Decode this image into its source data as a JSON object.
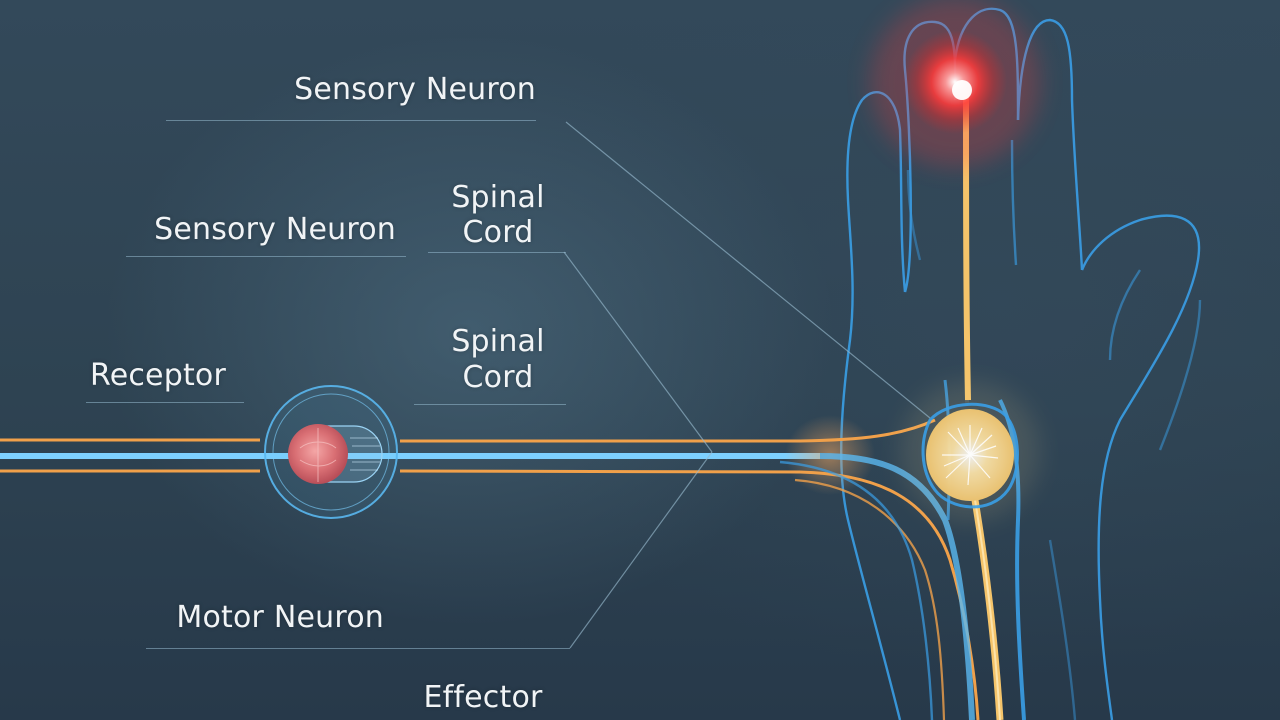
{
  "labels": {
    "sensory_neuron_top": "Sensory Neuron",
    "sensory_neuron_mid": "Sensory Neuron",
    "spinal_cord_top_line1": "Spinal",
    "spinal_cord_top_line2": "Cord",
    "spinal_cord_mid_line1": "Spinal",
    "spinal_cord_mid_line2": "Cord",
    "receptor": "Receptor",
    "motor_neuron": "Motor Neuron",
    "effector": "Effector"
  },
  "colors": {
    "background": "#2e4352",
    "sensory_nerve": "#f0a04a",
    "blue_nerve": "#5ab8f0",
    "spinal_ganglion": "#f5d590",
    "pain_glow": "#ff3b3b",
    "hand_outline": "#3a9ee6",
    "leader_line": "#96b9cd"
  },
  "icons": {
    "receptor_icon": "receptor-cell-icon",
    "pain_point_icon": "pain-glow-icon",
    "spinal_ganglion_icon": "spinal-ganglion-icon"
  }
}
